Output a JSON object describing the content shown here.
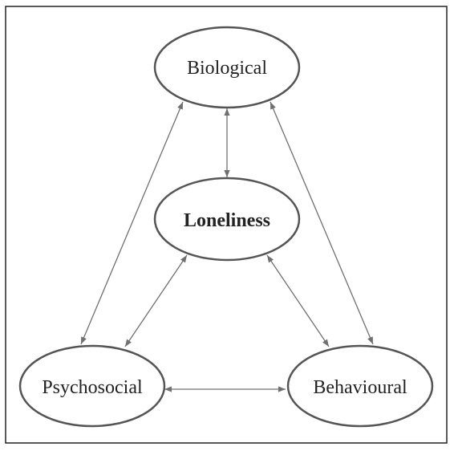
{
  "nodes": {
    "biological": "Biological",
    "loneliness": "Loneliness",
    "psychosocial": "Psychosocial",
    "behavioural": "Behavioural"
  },
  "colors": {
    "node_border": "#555555",
    "edge": "#707070",
    "text": "#222222",
    "frame": "#222222"
  }
}
